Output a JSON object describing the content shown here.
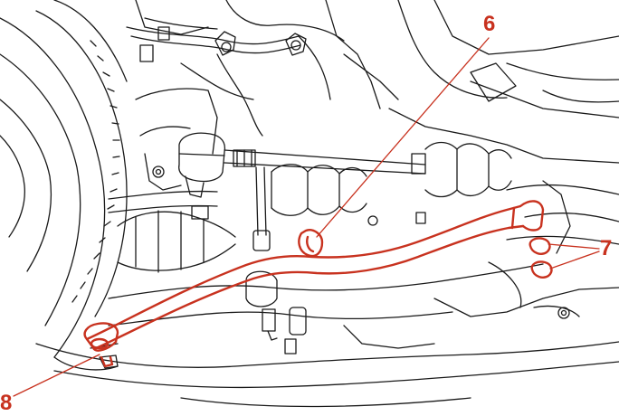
{
  "callouts": {
    "c6": "6",
    "c7": "7",
    "c8": "8"
  },
  "colors": {
    "line": "#1a1a1a",
    "highlight": "#c8321f",
    "background": "#ffffff"
  }
}
